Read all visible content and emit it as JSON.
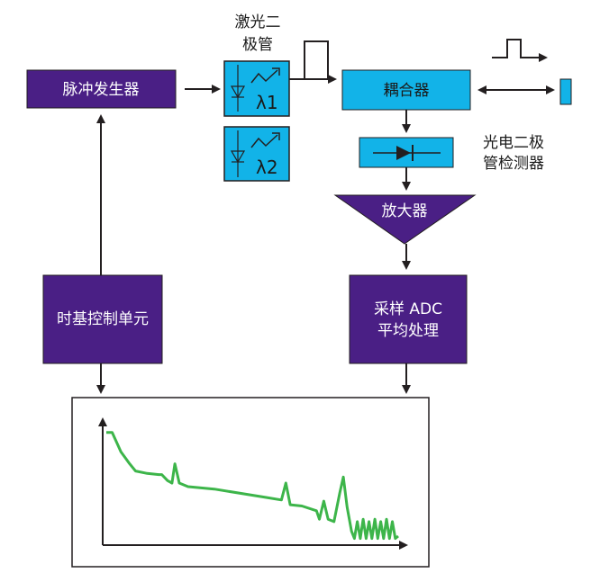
{
  "colors": {
    "purple": "#4a1f85",
    "cyan": "#12b3e8",
    "trace": "#3db54a",
    "line": "#231f20"
  },
  "blocks": {
    "pulse_generator": "脉冲发生器",
    "laser_diode_line1": "激光二",
    "laser_diode_line2": "极管",
    "lambda1": "λ1",
    "lambda2": "λ2",
    "coupler": "耦合器",
    "photodiode_line1": "光电二极",
    "photodiode_line2": "管检测器",
    "amplifier": "放大器",
    "timebase": "时基控制单元",
    "sampling_line1": "采样 ADC",
    "sampling_line2": "平均处理"
  },
  "chart_data": {
    "type": "line",
    "series": [
      {
        "values_description_free": true,
        "x": [
          0,
          2,
          5,
          8,
          10,
          14,
          18,
          19,
          21,
          22.5,
          23.5,
          25,
          28,
          37,
          55,
          60,
          61.5,
          63,
          67,
          72,
          73,
          74.5,
          76,
          78,
          80,
          81.2,
          82.5,
          84,
          85,
          86,
          87,
          88,
          89,
          90,
          91,
          92,
          93,
          94,
          95,
          96,
          97,
          98,
          99,
          100
        ],
        "y": [
          92,
          92,
          76,
          66,
          60,
          58,
          57,
          57,
          52,
          50,
          66,
          50,
          47,
          45,
          38,
          36,
          50,
          32,
          31,
          27,
          20,
          35,
          20,
          18,
          42,
          55,
          30,
          10,
          4,
          18,
          4,
          20,
          4,
          18,
          4,
          20,
          4,
          18,
          4,
          20,
          4,
          18,
          4,
          6
        ]
      }
    ],
    "xlim": [
      0,
      100
    ],
    "ylim": [
      0,
      100
    ],
    "grid": false
  }
}
